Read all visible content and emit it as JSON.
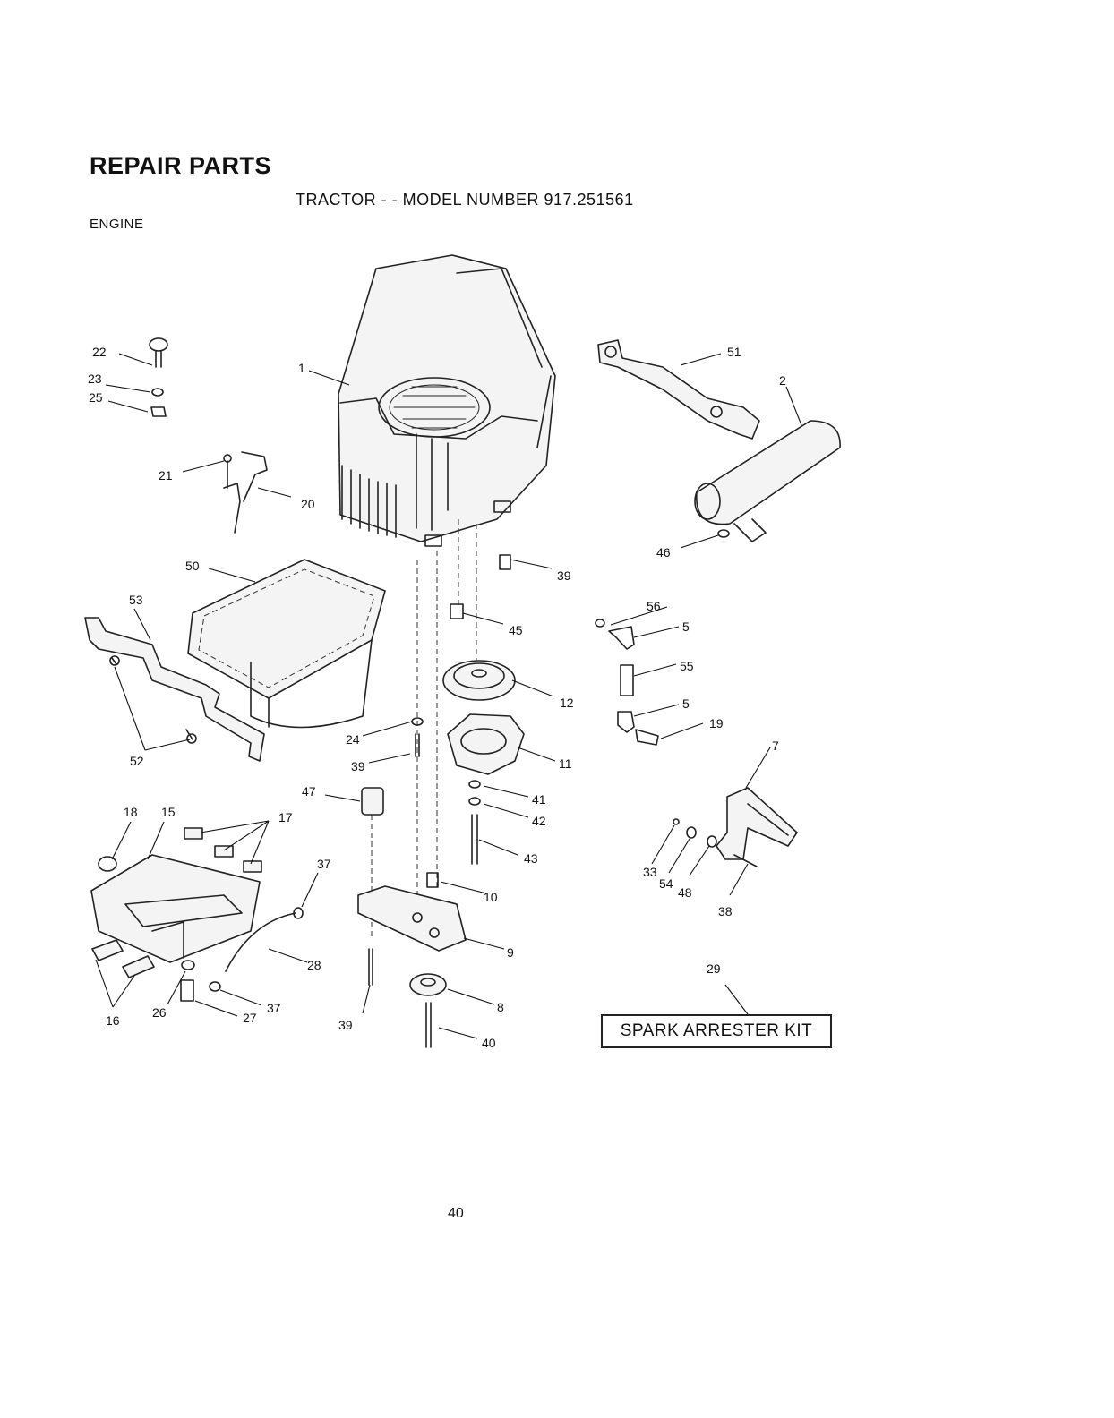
{
  "header": {
    "title": "REPAIR PARTS",
    "model_line": "TRACTOR - - MODEL NUMBER 917.251561",
    "section": "ENGINE"
  },
  "callouts": {
    "c1": "1",
    "c2": "2",
    "c5a": "5",
    "c5b": "5",
    "c7": "7",
    "c8": "8",
    "c9": "9",
    "c10": "10",
    "c11": "11",
    "c12": "12",
    "c15": "15",
    "c16": "16",
    "c17": "17",
    "c18": "18",
    "c19": "19",
    "c20": "20",
    "c21": "21",
    "c22": "22",
    "c23": "23",
    "c24": "24",
    "c25": "25",
    "c26": "26",
    "c27": "27",
    "c28": "28",
    "c29": "29",
    "c33": "33",
    "c37a": "37",
    "c37b": "37",
    "c38": "38",
    "c39a": "39",
    "c39b": "39",
    "c39c": "39",
    "c40": "40",
    "c41": "41",
    "c42": "42",
    "c43": "43",
    "c45": "45",
    "c46": "46",
    "c47": "47",
    "c48": "48",
    "c50": "50",
    "c51": "51",
    "c52": "52",
    "c53": "53",
    "c54": "54",
    "c55": "55",
    "c56": "56"
  },
  "kit_label": "SPARK ARRESTER KIT",
  "page_number": "40"
}
